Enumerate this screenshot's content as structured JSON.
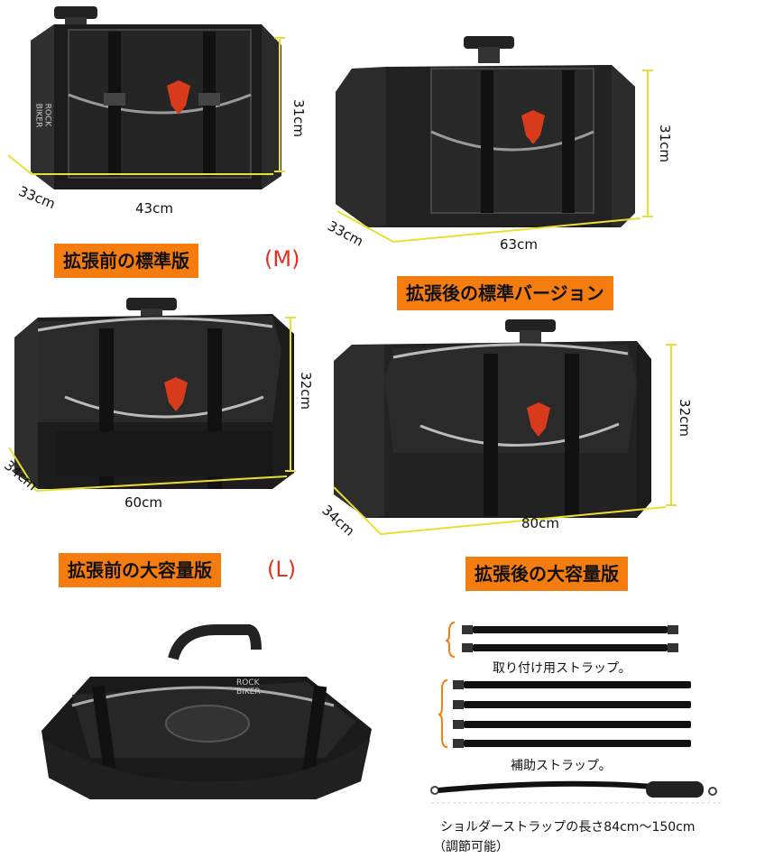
{
  "bags": [
    {
      "width": "43cm",
      "depth": "33cm",
      "height": "31cm"
    },
    {
      "width": "63cm",
      "depth": "33cm",
      "height": "31cm"
    },
    {
      "width": "60cm",
      "depth": "34cm",
      "height": "32cm"
    },
    {
      "width": "80cm",
      "depth": "34cm",
      "height": "32cm"
    }
  ],
  "labels": {
    "m_before": "拡張前の標準版",
    "m_tag": "(M)",
    "m_after": "拡張後の標準バージョン",
    "l_before": "拡張前の大容量版",
    "l_tag": "(L)",
    "l_after": "拡張後の大容量版"
  },
  "brand": {
    "line1": "ROCK",
    "line2": "BIKER"
  },
  "straps": {
    "mount": "取り付け用ストラップ。",
    "aux": "補助ストラップ。",
    "shoulder": "ショルダーストラップの長さ84cm〜150cm",
    "shoulder_note": "（調節可能）"
  },
  "colors": {
    "accent": "#f57c0e",
    "tag": "#e53020",
    "dimension_line": "#e8e030",
    "logo": "#d83a1c"
  }
}
